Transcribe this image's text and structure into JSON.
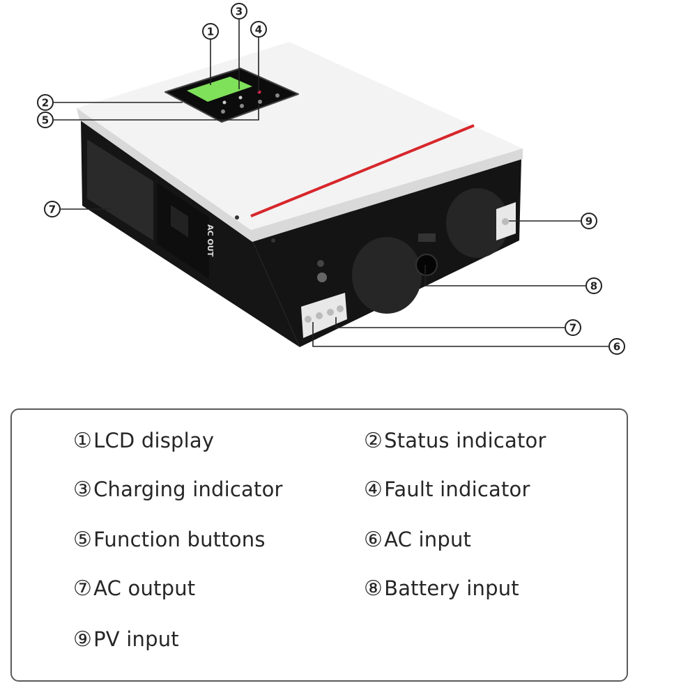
{
  "device": {
    "panel_label": "AC OUT",
    "colors": {
      "body": "#1a1a1a",
      "top": "#f2f2f2",
      "stripe": "#d7262b",
      "lcd": "#7fe05a"
    }
  },
  "callouts": [
    "1",
    "3",
    "4",
    "2",
    "5",
    "7",
    "9",
    "8",
    "7",
    "6"
  ],
  "legend": {
    "items": [
      {
        "num": "①",
        "label": "LCD display"
      },
      {
        "num": "②",
        "label": "Status indicator"
      },
      {
        "num": "③",
        "label": "Charging indicator"
      },
      {
        "num": "④",
        "label": "Fault indicator"
      },
      {
        "num": "⑤",
        "label": "Function buttons"
      },
      {
        "num": "⑥",
        "label": "AC input"
      },
      {
        "num": "⑦",
        "label": "AC output"
      },
      {
        "num": "⑧",
        "label": "Battery input"
      },
      {
        "num": "⑨",
        "label": "PV input"
      }
    ]
  }
}
